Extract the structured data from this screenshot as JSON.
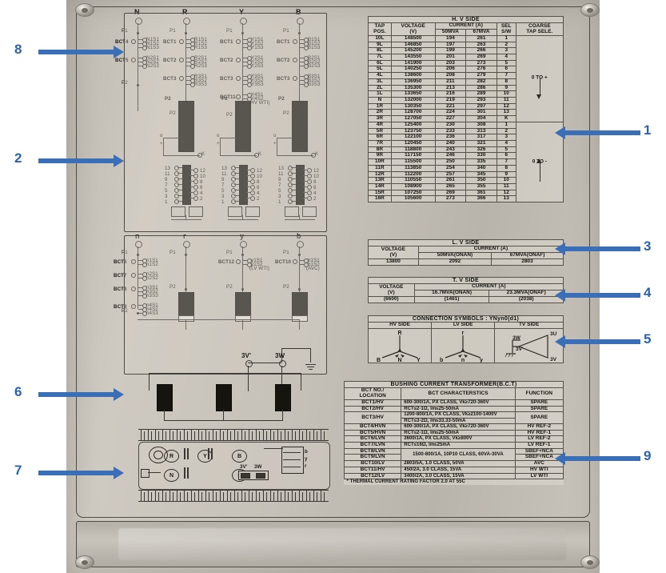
{
  "document": {
    "type": "transformer-nameplate-diagram",
    "callouts": [
      {
        "id": "1",
        "side": "right",
        "target": "hv-side-table"
      },
      {
        "id": "2",
        "side": "left",
        "target": "hv-winding-tap-changer-schematic"
      },
      {
        "id": "3",
        "side": "right",
        "target": "lv-side-table"
      },
      {
        "id": "4",
        "side": "right",
        "target": "tv-side-table"
      },
      {
        "id": "5",
        "side": "right",
        "target": "connection-symbols"
      },
      {
        "id": "6",
        "side": "left",
        "target": "tv-winding-schematic"
      },
      {
        "id": "7",
        "side": "left",
        "target": "terminal-layout-plan"
      },
      {
        "id": "8",
        "side": "left",
        "target": "hv-bushing-ct-schematic"
      },
      {
        "id": "9",
        "side": "right",
        "target": "bct-table"
      }
    ]
  },
  "hv_table": {
    "title": "H. V SIDE",
    "headers": {
      "tap_pos": [
        "TAP",
        "POS."
      ],
      "voltage": [
        "VOLTAGE",
        "(V)"
      ],
      "current": "CURRENT (A)",
      "current_sub": [
        "50MVA",
        "67MVA"
      ],
      "sel_sw": [
        "SEL",
        "S/W"
      ],
      "coarse": [
        "COARSE",
        "TAP SELE."
      ]
    },
    "coarse_upper": "0 TO +",
    "coarse_lower": "0 TO -",
    "rows": [
      {
        "tap": "10L",
        "v": "148500",
        "i50": "194",
        "i67": "261",
        "sel": "1"
      },
      {
        "tap": "9L",
        "v": "146850",
        "i50": "197",
        "i67": "263",
        "sel": "2"
      },
      {
        "tap": "8L",
        "v": "145200",
        "i50": "199",
        "i67": "266",
        "sel": "3"
      },
      {
        "tap": "7L",
        "v": "143550",
        "i50": "201",
        "i67": "269",
        "sel": "4"
      },
      {
        "tap": "6L",
        "v": "141900",
        "i50": "203",
        "i67": "273",
        "sel": "5"
      },
      {
        "tap": "5L",
        "v": "140250",
        "i50": "206",
        "i67": "276",
        "sel": "6"
      },
      {
        "tap": "4L",
        "v": "138600",
        "i50": "208",
        "i67": "279",
        "sel": "7"
      },
      {
        "tap": "3L",
        "v": "136950",
        "i50": "211",
        "i67": "282",
        "sel": "8"
      },
      {
        "tap": "2L",
        "v": "135300",
        "i50": "213",
        "i67": "286",
        "sel": "9"
      },
      {
        "tap": "1L",
        "v": "133650",
        "i50": "216",
        "i67": "289",
        "sel": "10"
      },
      {
        "tap": "N",
        "v": "132000",
        "i50": "219",
        "i67": "293",
        "sel": "11"
      },
      {
        "tap": "1R",
        "v": "130350",
        "i50": "221",
        "i67": "297",
        "sel": "12"
      },
      {
        "tap": "2R",
        "v": "128700",
        "i50": "224",
        "i67": "301",
        "sel": "13"
      },
      {
        "tap": "3R",
        "v": "127050",
        "i50": "227",
        "i67": "304",
        "sel": "K"
      },
      {
        "tap": "4R",
        "v": "125400",
        "i50": "230",
        "i67": "308",
        "sel": "1"
      },
      {
        "tap": "5R",
        "v": "123750",
        "i50": "233",
        "i67": "313",
        "sel": "2"
      },
      {
        "tap": "6R",
        "v": "122100",
        "i50": "236",
        "i67": "317",
        "sel": "3"
      },
      {
        "tap": "7R",
        "v": "120450",
        "i50": "240",
        "i67": "321",
        "sel": "4"
      },
      {
        "tap": "8R",
        "v": "118800",
        "i50": "243",
        "i67": "326",
        "sel": "5"
      },
      {
        "tap": "9R",
        "v": "117150",
        "i50": "246",
        "i67": "330",
        "sel": "6"
      },
      {
        "tap": "10R",
        "v": "115500",
        "i50": "250",
        "i67": "335",
        "sel": "7"
      },
      {
        "tap": "11R",
        "v": "113850",
        "i50": "254",
        "i67": "340",
        "sel": "8"
      },
      {
        "tap": "12R",
        "v": "112200",
        "i50": "257",
        "i67": "345",
        "sel": "9"
      },
      {
        "tap": "13R",
        "v": "110550",
        "i50": "261",
        "i67": "350",
        "sel": "10"
      },
      {
        "tap": "14R",
        "v": "108900",
        "i50": "265",
        "i67": "355",
        "sel": "11"
      },
      {
        "tap": "15R",
        "v": "107250",
        "i50": "269",
        "i67": "361",
        "sel": "12"
      },
      {
        "tap": "16R",
        "v": "105600",
        "i50": "273",
        "i67": "366",
        "sel": "13"
      }
    ]
  },
  "lv_table": {
    "title": "L. V SIDE",
    "headers": {
      "voltage": [
        "VOLTAGE",
        "(V)"
      ],
      "current": "CURRENT (A)",
      "c1": "50MVA(ONAN)",
      "c2": "67MVA(ONAF)"
    },
    "row": {
      "v": "13800",
      "c1": "2092",
      "c2": "2803"
    }
  },
  "tv_table": {
    "title": "T. V SIDE",
    "headers": {
      "voltage": [
        "VOLTAGE",
        "(V)"
      ],
      "current": "CURRENT (A)",
      "c1": "16.7MVA(ONAN)",
      "c2": "23.3MVA(ONAF)"
    },
    "row": {
      "v": "(6600)",
      "c1": "(1461)",
      "c2": "(2038)"
    }
  },
  "connection_symbols": {
    "title": "CONNECTION SYMBOLS",
    "vector_group": ": YNyn0(d1)",
    "cells": [
      "HV SIDE",
      "LV SIDE",
      "TV SIDE"
    ],
    "hv_labels": {
      "top": "R",
      "left": "B",
      "center": "N",
      "right": "Y"
    },
    "lv_labels": {
      "top": "r",
      "left": "b",
      "center": "n",
      "right": "y"
    },
    "tv_labels": {
      "a": "3W",
      "b": "3V'",
      "c": "3U",
      "d": "3V"
    }
  },
  "bct_table": {
    "title": "BUSHING CURRENT TRANSFORMER(B.C.T)",
    "headers": {
      "loc": [
        "BCT NO./",
        "LOCATION"
      ],
      "chars": "BCT CHARACTERSTICS",
      "fn": "FUNCTION"
    },
    "rows": [
      {
        "loc": "BCT1/HV",
        "chars": "600-300/1A, PX CLASS, Vk≥720-360V",
        "fn": "SPARE"
      },
      {
        "loc": "BCT2/HV",
        "chars": "RCT≤2-1Ω, Im≤25-50mA",
        "fn": "SPARE"
      },
      {
        "loc": "BCT3/HV",
        "chars": "1200-800/1A, PX CLASS, Vk≥2100-1400V",
        "chars2": "RCT≤3-2Ω, Im≤33.33-50mA",
        "fn": "SPARE"
      },
      {
        "loc": "BCT4/HVN",
        "chars": "600-300/1A, PX CLASS, Vk≥720-360V",
        "fn": "HV REF-2"
      },
      {
        "loc": "BCT5/HVN",
        "chars": "RCT≤2-1Ω, Im≤25-50mA",
        "fn": "HV REF-1"
      },
      {
        "loc": "BCT6/LVN",
        "chars": "3600/1A, PX CLASS, Vk≥800V",
        "fn": "LV REF-2"
      },
      {
        "loc": "BCT7/LVN",
        "chars": "RCT≤16Ω, Im≤25mA",
        "fn": "LV REF-1"
      },
      {
        "loc": "BCT8/LVN",
        "chars": "1500-800/1A, 10P10 CLASS, 60VA-30VA",
        "fn": "SBEF+NCA"
      },
      {
        "loc": "BCT9/LVN",
        "chars": "",
        "fn": "SBEF+NCA"
      },
      {
        "loc": "BCT10/LV",
        "chars": "2803/5A, 1.0 CLASS, 50VA",
        "fn": "AVC"
      },
      {
        "loc": "BCT11/HV",
        "chars": "450/2A, 3.0 CLASS, 15VA",
        "fn": "HV WTI"
      },
      {
        "loc": "BCT12/LV",
        "chars": "3400/2A, 3.0 CLASS, 15VA",
        "fn": "LV WTI"
      }
    ],
    "footnote": "* THERMAL CURRENT RATING FACTOR 2.0 AT 55C"
  },
  "hv_schematic": {
    "phases": [
      {
        "name": "N",
        "p1": "P1",
        "p2": "P2",
        "groups": [
          {
            "ct": "BCT4",
            "taps": [
              "N1S1",
              "N1S2",
              "N1S3"
            ]
          },
          {
            "ct": "BCT5",
            "taps": [
              "N2S1",
              "N2S2",
              "N2S3"
            ]
          }
        ]
      },
      {
        "name": "R",
        "p1": "P1",
        "p2": "P2",
        "groups": [
          {
            "ct": "BCT1",
            "taps": [
              "R1S1",
              "R1S2",
              "R1S3"
            ]
          },
          {
            "ct": "BCT2",
            "taps": [
              "R2S1",
              "R2S2",
              "R2S3"
            ]
          },
          {
            "ct": "BCT3",
            "taps": [
              "R3S1",
              "R3S2",
              "R3S3"
            ]
          }
        ]
      },
      {
        "name": "Y",
        "p1": "P1",
        "p2": "P2",
        "groups": [
          {
            "ct": "BCT1",
            "taps": [
              "Y1S1",
              "Y1S2",
              "Y1S3"
            ]
          },
          {
            "ct": "BCT2",
            "taps": [
              "Y2S1",
              "Y2S2",
              "Y2S3"
            ]
          },
          {
            "ct": "BCT3",
            "taps": [
              "Y3S1",
              "Y3S2",
              "Y3S3"
            ]
          },
          {
            "ct": "BCT11",
            "taps": [
              "Y4S1",
              "Y4S2"
            ],
            "note": "(HV WTI)"
          }
        ]
      },
      {
        "name": "B",
        "p1": "P1",
        "p2": "P2",
        "groups": [
          {
            "ct": "BCT1",
            "taps": [
              "B1S1",
              "B1S2",
              "B1S3"
            ]
          },
          {
            "ct": "BCT2",
            "taps": [
              "B2S1",
              "B2S2",
              "B2S3"
            ]
          },
          {
            "ct": "BCT3",
            "taps": [
              "B3S1",
              "B3S2",
              "B3S3"
            ]
          }
        ]
      }
    ],
    "selector_k": "K",
    "selector_left": [
      "13",
      "11",
      "9",
      "7",
      "5",
      "3",
      "1"
    ],
    "selector_right": [
      "12",
      "10",
      "8",
      "6",
      "4",
      "2"
    ]
  },
  "lv_schematic": {
    "phases": [
      {
        "name": "n",
        "p1": "P1",
        "p2": "P2",
        "groups": [
          {
            "ct": "BCT6",
            "taps": [
              "n1S1",
              "n1S2"
            ]
          },
          {
            "ct": "BCT7",
            "taps": [
              "n2S1",
              "n2S2"
            ]
          },
          {
            "ct": "BCT8",
            "taps": [
              "n3S1",
              "n3S2",
              "n3S3"
            ]
          },
          {
            "ct": "BCT9",
            "taps": [
              "n4S1",
              "n4S2",
              "n4S3"
            ]
          }
        ]
      },
      {
        "name": "r",
        "p1": "P1",
        "p2": "P2",
        "groups": []
      },
      {
        "name": "y",
        "p1": "P1",
        "p2": "P2",
        "groups": [
          {
            "ct": "BCT12",
            "taps": [
              "y1S1",
              "y1S2"
            ],
            "note": "(LV WTI)"
          }
        ]
      },
      {
        "name": "b",
        "p1": "P1",
        "p2": "P2",
        "groups": [
          {
            "ct": "BCT10",
            "taps": [
              "b1S1",
              "b1S2"
            ],
            "note": "(AVC)"
          }
        ]
      }
    ]
  },
  "tv_schematic": {
    "terminals": [
      "3V'",
      "3W"
    ]
  },
  "terminal_plan": {
    "rings": [
      "R",
      "Y",
      "B",
      "N",
      "n"
    ],
    "block_labels": [
      "3V'",
      "3W"
    ],
    "side_labels": [
      "b",
      "y",
      "r"
    ]
  }
}
